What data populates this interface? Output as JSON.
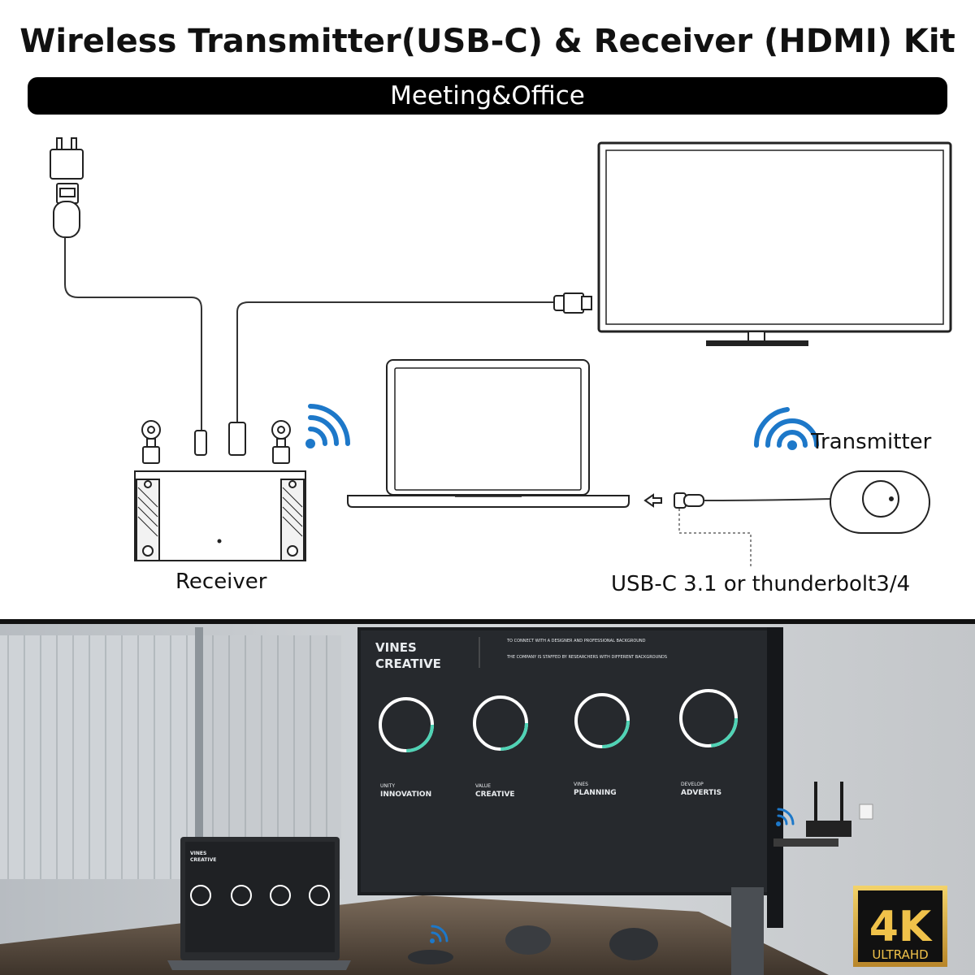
{
  "title": "Wireless Transmitter(USB-C) & Receiver  (HDMI) Kit",
  "subtitle": "Meeting&Office",
  "labels": {
    "receiver": "Receiver",
    "transmitter": "Transmitter",
    "connection_note": "USB-C 3.1 or thunderbolt3/4"
  },
  "scene": {
    "tv_brand_line1": "VINES",
    "tv_brand_line2": "CREATIVE",
    "tv_header_line1": "TO CONNECT WITH A DESIGNER AND PROFESSIONAL BACKGROUND",
    "tv_header_line2": "THE COMPANY IS STAFFED BY RESEARCHERS WITH DIFFERENT BACKGROUNDS",
    "tiles": [
      {
        "tag": "UNITY",
        "name": "INNOVATION"
      },
      {
        "tag": "VALUE",
        "name": "CREATIVE"
      },
      {
        "tag": "VINES",
        "name": "PLANNING"
      },
      {
        "tag": "DEVELOP",
        "name": "ADVERTIS"
      }
    ],
    "laptop_brand_line1": "VINES",
    "laptop_brand_line2": "CREATIVE",
    "badge_main": "4K",
    "badge_sub": "ULTRAHD"
  },
  "colors": {
    "wifi_blue": "#1d78c9",
    "badge_gold": "#e2b33c",
    "tile_ring": "#4fd3b5"
  },
  "icons": [
    "wifi-icon",
    "usb-plug-icon",
    "power-adapter-icon",
    "tv-icon",
    "laptop-icon",
    "receiver-device-icon",
    "transmitter-puck-icon",
    "arrow-left-icon"
  ]
}
